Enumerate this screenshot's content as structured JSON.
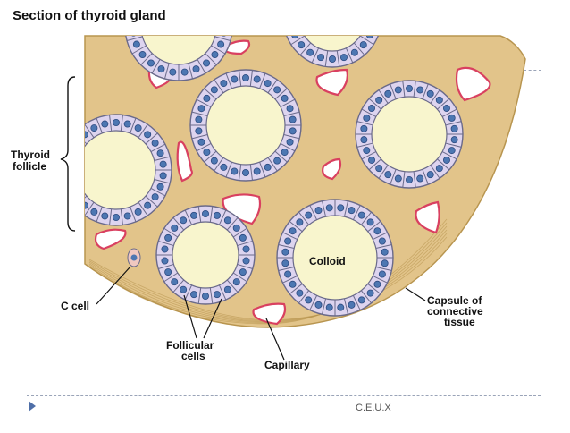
{
  "title": "Section of thyroid gland",
  "labels": {
    "thyroid_follicle_line1": "Thyroid",
    "thyroid_follicle_line2": "follicle",
    "colloid": "Colloid",
    "c_cell": "C cell",
    "follicular_line1": "Follicular",
    "follicular_line2": "cells",
    "capillary": "Capillary",
    "capsule_line1": "Capsule of",
    "capsule_line2": "connective",
    "capsule_line3": "tissue"
  },
  "footer": {
    "text": "C.E.U.X"
  },
  "colors": {
    "tissue": "#e2c48a",
    "tissue_stroke": "#b8954f",
    "cell_fill": "#ddd4ef",
    "cell_stroke": "#6a6a8a",
    "nucleus_fill": "#4d77b2",
    "colloid_fill": "#f8f5cd",
    "capillary_fill": "#ffffff",
    "capillary_stroke": "#d94060",
    "c_cell_fill": "#f0c8c0"
  }
}
